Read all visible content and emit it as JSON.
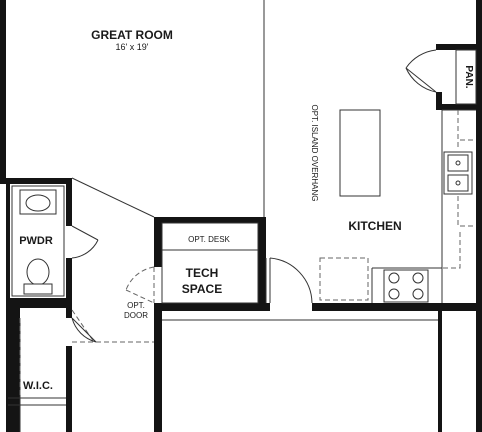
{
  "rooms": {
    "great_room": {
      "name": "GREAT ROOM",
      "dims": "16' x 19'"
    },
    "kitchen": {
      "name": "KITCHEN"
    },
    "pantry": {
      "name": "PAN."
    },
    "powder": {
      "name": "PWDR"
    },
    "tech_space": {
      "line1": "TECH",
      "line2": "SPACE",
      "desk": "OPT. DESK"
    },
    "wic": {
      "name": "W.I.C."
    }
  },
  "annotations": {
    "island": "OPT. ISLAND OVERHANG",
    "opt_door_line1": "OPT.",
    "opt_door_line2": "DOOR"
  }
}
